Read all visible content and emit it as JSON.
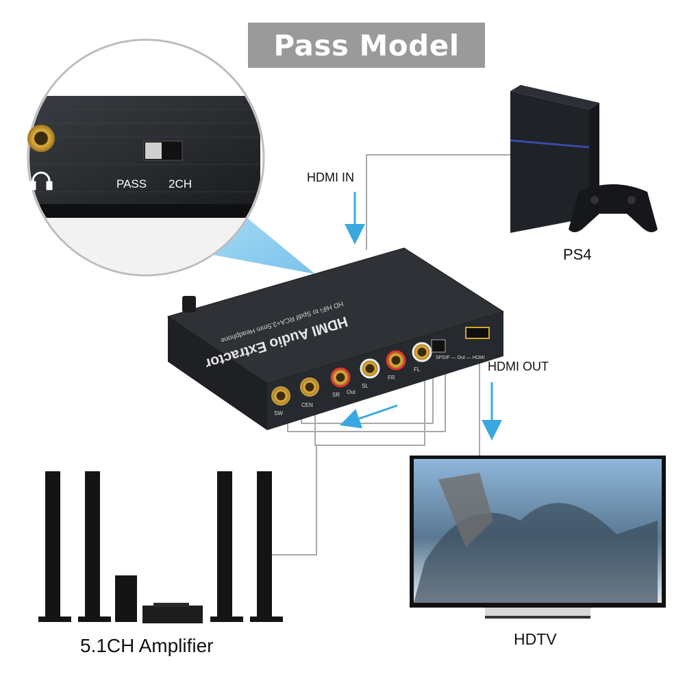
{
  "title": "Pass Model",
  "zoom_panel": {
    "switch_left_label": "PASS",
    "switch_right_label": "2CH"
  },
  "device": {
    "line1": "HDMI Audio Extractor",
    "line2": "HD HiFi to Spdif RCA+3.5mm Headphone",
    "ports": [
      "SW",
      "CEN",
      "SR",
      "SL",
      "FR",
      "FL"
    ],
    "out_label": "Out",
    "digital_label": "SPDIF — Out — HDMI"
  },
  "labels": {
    "hdmi_in": "HDMI IN",
    "hdmi_out": "HDMI OUT",
    "ps4": "PS4",
    "hdtv": "HDTV",
    "amplifier": "5.1CH Amplifier"
  },
  "colors": {
    "banner": "#9a9a9a",
    "arrow": "#3aa8e0",
    "connector": "#a8a8a8",
    "zoom_cone": "#7fc8ee"
  }
}
